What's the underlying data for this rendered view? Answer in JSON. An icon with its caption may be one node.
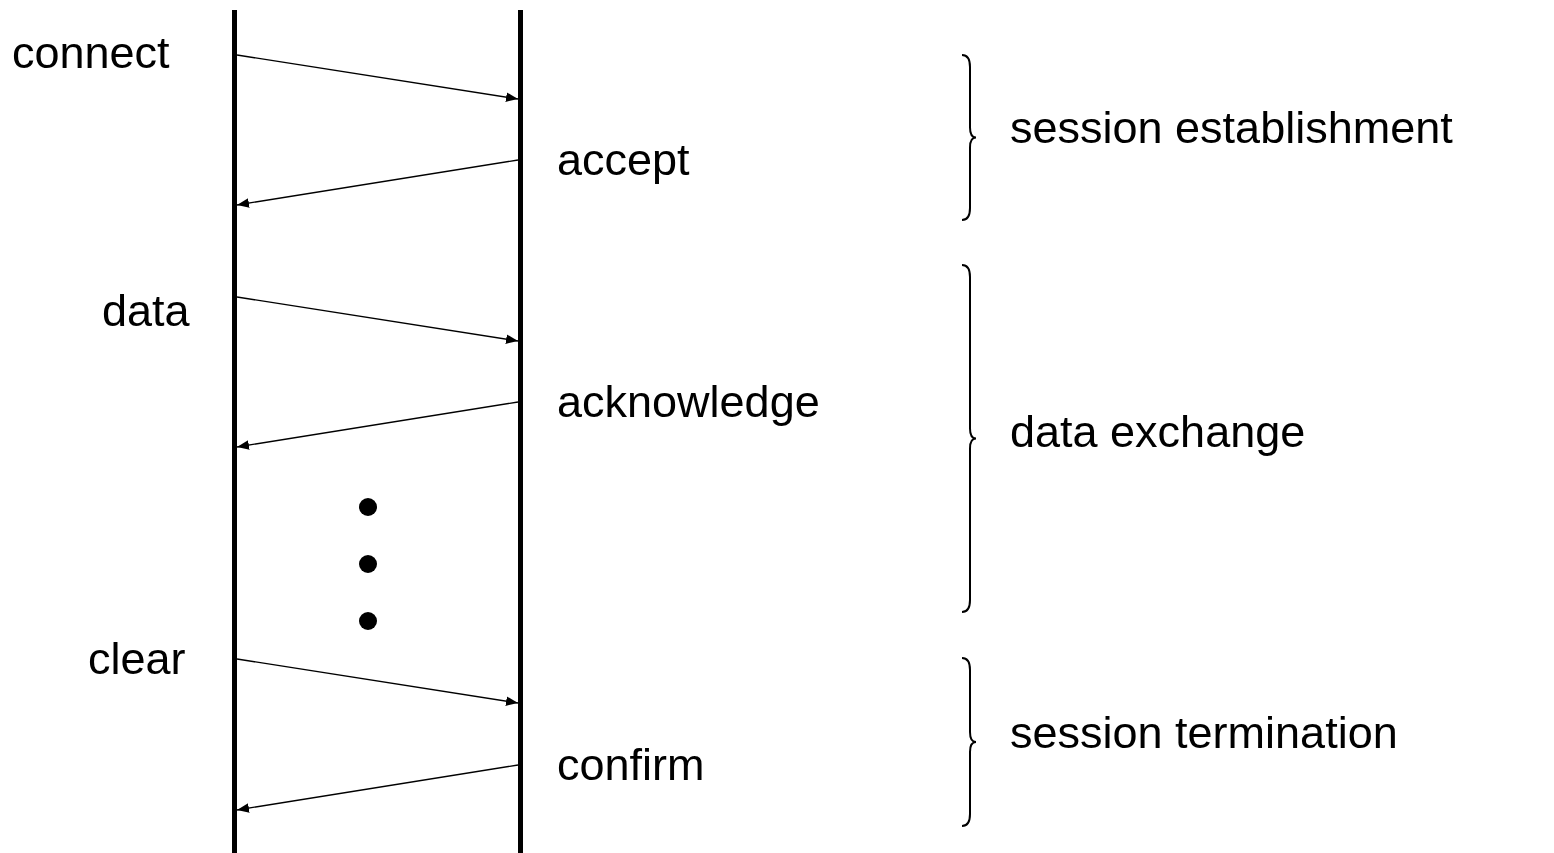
{
  "diagram": {
    "nodes": [
      {
        "text": [],
        "shape": "bar"
      },
      {
        "text": [],
        "shape": "bar"
      }
    ],
    "edges": [
      {
        "from": 0,
        "to": 1,
        "arrow": "to",
        "label": "connect"
      },
      {
        "from": 1,
        "to": 0,
        "arrow": "to",
        "label": "accept"
      },
      {
        "from": 0,
        "to": 1,
        "arrow": "to",
        "label": "data"
      },
      {
        "from": 1,
        "to": 0,
        "arrow": "to",
        "label": "acknowledge"
      },
      {
        "from": 0,
        "to": 1,
        "arrow": "to",
        "label": "clear"
      },
      {
        "from": 1,
        "to": 0,
        "arrow": "to",
        "label": "confirm"
      }
    ],
    "labels": [
      "session establishment",
      "data exchange",
      "session termination"
    ]
  }
}
